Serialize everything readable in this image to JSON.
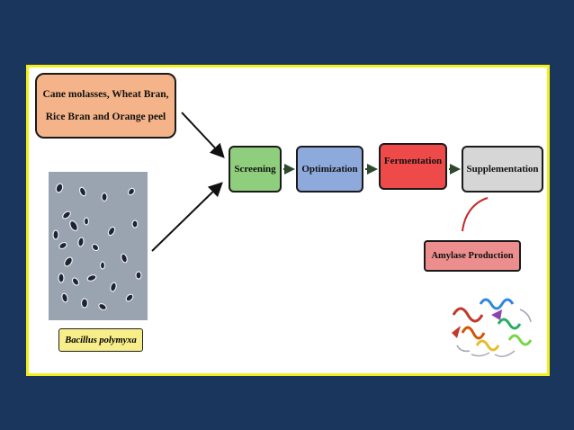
{
  "sources": {
    "line1": "Cane molasses, Wheat Bran,",
    "line2": "Rice Bran and Orange peel"
  },
  "organism_label": "Bacillus polymyxa",
  "steps": [
    {
      "label": "Screening",
      "color": "#8fce7d"
    },
    {
      "label": "Optimization",
      "color": "#8eaadc"
    },
    {
      "label": "Fermentation",
      "color": "#ee4a4a"
    },
    {
      "label": "Supplementation",
      "color": "#d6d6d6"
    }
  ],
  "product": {
    "label": "Amylase Production",
    "color": "#ec8e8e"
  },
  "icons": [
    "arrow-icon",
    "microscope-image",
    "protein-structure-image"
  ],
  "colors": {
    "background": "#1b365d",
    "panel_border": "#f2ef1a",
    "source_box": "#f4b389",
    "label_box": "#f7ee8a"
  }
}
